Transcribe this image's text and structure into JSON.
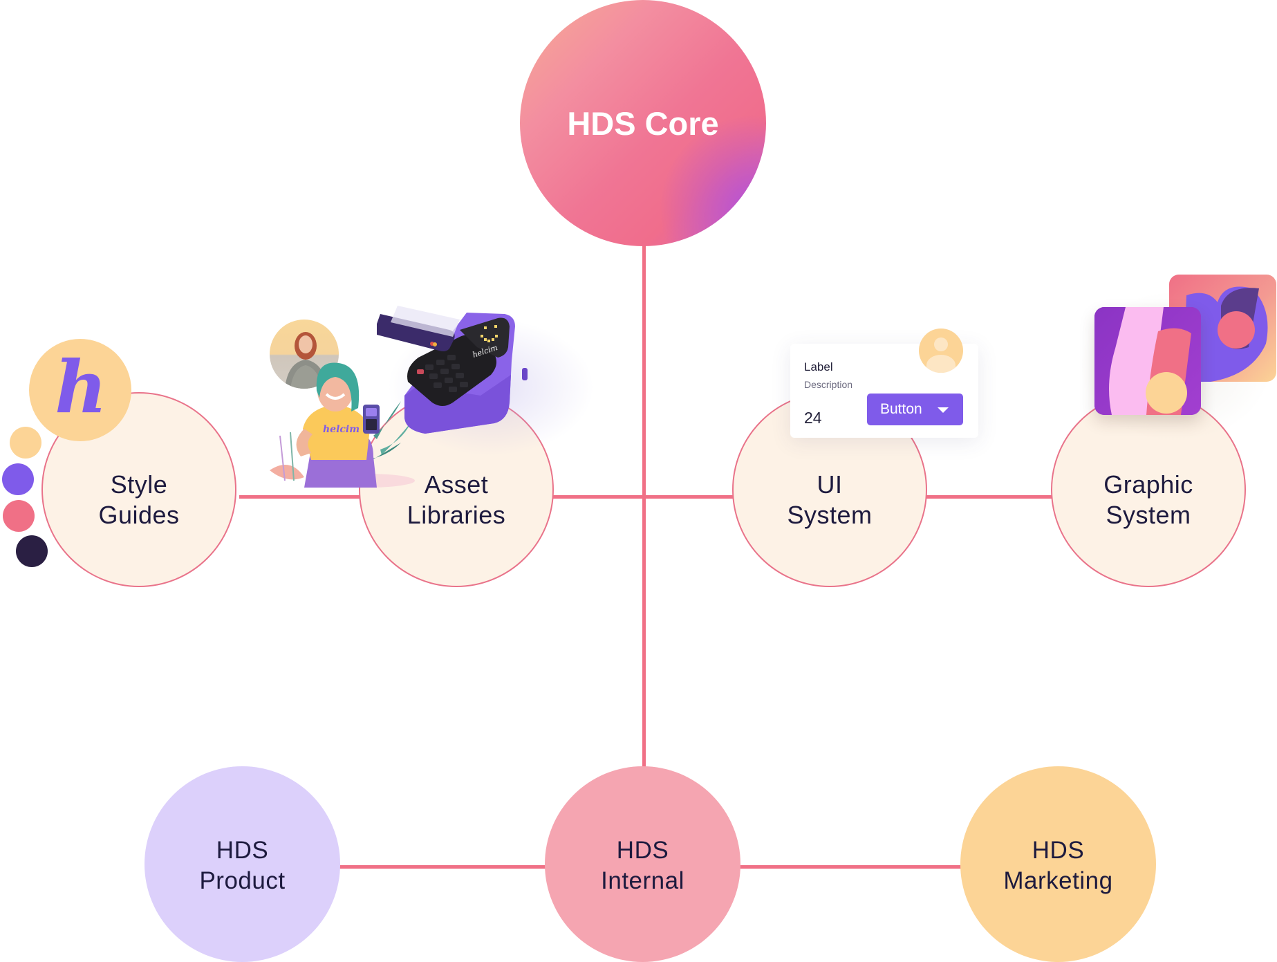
{
  "diagram": {
    "title": "HDS Core",
    "core": {
      "label": "HDS Core"
    },
    "pillars": [
      {
        "id": "style-guides",
        "lines": [
          "Style",
          "Guides"
        ]
      },
      {
        "id": "asset-libraries",
        "lines": [
          "Asset",
          "Libraries"
        ]
      },
      {
        "id": "ui-system",
        "lines": [
          "UI",
          "System"
        ]
      },
      {
        "id": "graphic-system",
        "lines": [
          "Graphic",
          "System"
        ]
      }
    ],
    "branches": [
      {
        "id": "hds-product",
        "lines": [
          "HDS",
          "Product"
        ],
        "color": "#dcd0fb"
      },
      {
        "id": "hds-internal",
        "lines": [
          "HDS",
          "Internal"
        ],
        "color": "#f5a5b1"
      },
      {
        "id": "hds-marketing",
        "lines": [
          "HDS",
          "Marketing"
        ],
        "color": "#fcd496"
      }
    ],
    "connector_color": "#f07086",
    "pillar_fill": "#fdf2e6",
    "pillar_border": "#e9738a"
  },
  "style_guides_art": {
    "logo_letter": "h",
    "palette_swatches": [
      "#fcd496",
      "#7f5bea",
      "#f07086",
      "#2a1f43"
    ]
  },
  "asset_libraries_art": {
    "shirt_brand": "helcim",
    "device_brand": "helcim"
  },
  "ui_system_card": {
    "label": "Label",
    "description": "Description",
    "value": "24",
    "button_label": "Button",
    "button_color": "#7f5bea",
    "avatar_icon": "user-avatar-icon"
  },
  "graphic_system_art": {
    "tiles": [
      "brand-shape-tile-back",
      "brand-shape-tile-front"
    ]
  }
}
